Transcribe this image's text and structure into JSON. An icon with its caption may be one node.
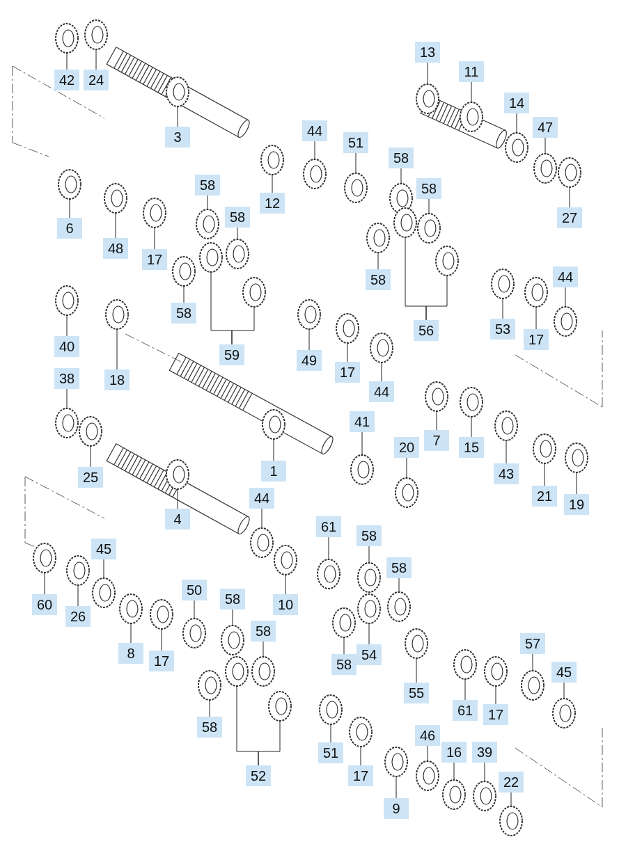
{
  "diagram": {
    "nodes": [
      {
        "text": [
          "42"
        ]
      },
      {
        "text": [
          "24"
        ]
      },
      {
        "text": [
          "3"
        ]
      },
      {
        "text": [
          "13"
        ]
      },
      {
        "text": [
          "11"
        ]
      },
      {
        "text": [
          "14"
        ]
      },
      {
        "text": [
          "47"
        ]
      },
      {
        "text": [
          "27"
        ]
      },
      {
        "text": [
          "44"
        ]
      },
      {
        "text": [
          "51"
        ]
      },
      {
        "text": [
          "12"
        ]
      },
      {
        "text": [
          "58"
        ]
      },
      {
        "text": [
          "58"
        ]
      },
      {
        "text": [
          "58"
        ]
      },
      {
        "text": [
          "58"
        ]
      },
      {
        "text": [
          "58"
        ]
      },
      {
        "text": [
          "6"
        ]
      },
      {
        "text": [
          "48"
        ]
      },
      {
        "text": [
          "17"
        ]
      },
      {
        "text": [
          "58"
        ]
      },
      {
        "text": [
          "59"
        ]
      },
      {
        "text": [
          "40"
        ]
      },
      {
        "text": [
          "18"
        ]
      },
      {
        "text": [
          "49"
        ]
      },
      {
        "text": [
          "17"
        ]
      },
      {
        "text": [
          "44"
        ]
      },
      {
        "text": [
          "56"
        ]
      },
      {
        "text": [
          "53"
        ]
      },
      {
        "text": [
          "17"
        ]
      },
      {
        "text": [
          "44"
        ]
      },
      {
        "text": [
          "38"
        ]
      },
      {
        "text": [
          "25"
        ]
      },
      {
        "text": [
          "1"
        ]
      },
      {
        "text": [
          "41"
        ]
      },
      {
        "text": [
          "20"
        ]
      },
      {
        "text": [
          "7"
        ]
      },
      {
        "text": [
          "15"
        ]
      },
      {
        "text": [
          "43"
        ]
      },
      {
        "text": [
          "21"
        ]
      },
      {
        "text": [
          "19"
        ]
      },
      {
        "text": [
          "4"
        ]
      },
      {
        "text": [
          "44"
        ]
      },
      {
        "text": [
          "10"
        ]
      },
      {
        "text": [
          "61"
        ]
      },
      {
        "text": [
          "58"
        ]
      },
      {
        "text": [
          "58"
        ]
      },
      {
        "text": [
          "54"
        ]
      },
      {
        "text": [
          "58"
        ]
      },
      {
        "text": [
          "45"
        ]
      },
      {
        "text": [
          "60"
        ]
      },
      {
        "text": [
          "26"
        ]
      },
      {
        "text": [
          "8"
        ]
      },
      {
        "text": [
          "17"
        ]
      },
      {
        "text": [
          "50"
        ]
      },
      {
        "text": [
          "58"
        ]
      },
      {
        "text": [
          "58"
        ]
      },
      {
        "text": [
          "55"
        ]
      },
      {
        "text": [
          "61"
        ]
      },
      {
        "text": [
          "17"
        ]
      },
      {
        "text": [
          "57"
        ]
      },
      {
        "text": [
          "45"
        ]
      },
      {
        "text": [
          "58"
        ]
      },
      {
        "text": [
          "52"
        ]
      },
      {
        "text": [
          "51"
        ]
      },
      {
        "text": [
          "17"
        ]
      },
      {
        "text": [
          "9"
        ]
      },
      {
        "text": [
          "46"
        ]
      },
      {
        "text": [
          "16"
        ]
      },
      {
        "text": [
          "39"
        ]
      },
      {
        "text": [
          "22"
        ]
      }
    ],
    "edges": [
      {
        "from": 0,
        "to": null,
        "arrow": "none"
      },
      {
        "from": 1,
        "to": null,
        "arrow": "none"
      },
      {
        "from": 2,
        "to": null,
        "arrow": "none"
      },
      {
        "from": 3,
        "to": null,
        "arrow": "none"
      },
      {
        "from": 4,
        "to": null,
        "arrow": "none"
      },
      {
        "from": 5,
        "to": null,
        "arrow": "none"
      },
      {
        "from": 6,
        "to": null,
        "arrow": "none"
      },
      {
        "from": 7,
        "to": null,
        "arrow": "none"
      },
      {
        "from": 8,
        "to": null,
        "arrow": "none"
      },
      {
        "from": 9,
        "to": null,
        "arrow": "none"
      },
      {
        "from": 10,
        "to": null,
        "arrow": "none"
      },
      {
        "from": 11,
        "to": null,
        "arrow": "none"
      },
      {
        "from": 12,
        "to": null,
        "arrow": "none"
      },
      {
        "from": 13,
        "to": null,
        "arrow": "none"
      },
      {
        "from": 14,
        "to": null,
        "arrow": "none"
      },
      {
        "from": 15,
        "to": null,
        "arrow": "none"
      },
      {
        "from": 16,
        "to": null,
        "arrow": "none"
      },
      {
        "from": 17,
        "to": null,
        "arrow": "none"
      },
      {
        "from": 18,
        "to": null,
        "arrow": "none"
      },
      {
        "from": 19,
        "to": null,
        "arrow": "none"
      },
      {
        "from": 20,
        "to": null,
        "arrow": "none"
      },
      {
        "from": 20,
        "to": null,
        "arrow": "none"
      },
      {
        "from": 21,
        "to": null,
        "arrow": "none"
      },
      {
        "from": 22,
        "to": null,
        "arrow": "none"
      },
      {
        "from": 23,
        "to": null,
        "arrow": "none"
      },
      {
        "from": 24,
        "to": null,
        "arrow": "none"
      },
      {
        "from": 25,
        "to": null,
        "arrow": "none"
      },
      {
        "from": 26,
        "to": null,
        "arrow": "none"
      },
      {
        "from": 26,
        "to": null,
        "arrow": "none"
      },
      {
        "from": 27,
        "to": null,
        "arrow": "none"
      },
      {
        "from": 28,
        "to": null,
        "arrow": "none"
      },
      {
        "from": 29,
        "to": null,
        "arrow": "none"
      },
      {
        "from": 30,
        "to": null,
        "arrow": "none"
      },
      {
        "from": 31,
        "to": null,
        "arrow": "none"
      },
      {
        "from": 32,
        "to": null,
        "arrow": "none"
      },
      {
        "from": 33,
        "to": null,
        "arrow": "none"
      },
      {
        "from": 34,
        "to": null,
        "arrow": "none"
      },
      {
        "from": 35,
        "to": null,
        "arrow": "none"
      },
      {
        "from": 36,
        "to": null,
        "arrow": "none"
      },
      {
        "from": 37,
        "to": null,
        "arrow": "none"
      },
      {
        "from": 38,
        "to": null,
        "arrow": "none"
      },
      {
        "from": 39,
        "to": null,
        "arrow": "none"
      },
      {
        "from": 40,
        "to": null,
        "arrow": "none"
      },
      {
        "from": 41,
        "to": null,
        "arrow": "none"
      },
      {
        "from": 42,
        "to": null,
        "arrow": "none"
      },
      {
        "from": 43,
        "to": null,
        "arrow": "none"
      },
      {
        "from": 44,
        "to": null,
        "arrow": "none"
      },
      {
        "from": 45,
        "to": null,
        "arrow": "none"
      },
      {
        "from": 46,
        "to": null,
        "arrow": "none"
      },
      {
        "from": 47,
        "to": null,
        "arrow": "none"
      },
      {
        "from": 48,
        "to": null,
        "arrow": "none"
      },
      {
        "from": 49,
        "to": null,
        "arrow": "none"
      },
      {
        "from": 50,
        "to": null,
        "arrow": "none"
      },
      {
        "from": 51,
        "to": null,
        "arrow": "none"
      },
      {
        "from": 52,
        "to": null,
        "arrow": "none"
      },
      {
        "from": 53,
        "to": null,
        "arrow": "none"
      },
      {
        "from": 54,
        "to": null,
        "arrow": "none"
      },
      {
        "from": 55,
        "to": null,
        "arrow": "none"
      },
      {
        "from": 56,
        "to": null,
        "arrow": "none"
      },
      {
        "from": 57,
        "to": null,
        "arrow": "none"
      },
      {
        "from": 58,
        "to": null,
        "arrow": "none"
      },
      {
        "from": 59,
        "to": null,
        "arrow": "none"
      },
      {
        "from": 60,
        "to": null,
        "arrow": "none"
      },
      {
        "from": 61,
        "to": null,
        "arrow": "none"
      },
      {
        "from": 62,
        "to": null,
        "arrow": "none"
      },
      {
        "from": 62,
        "to": null,
        "arrow": "none"
      },
      {
        "from": 63,
        "to": null,
        "arrow": "none"
      },
      {
        "from": 64,
        "to": null,
        "arrow": "none"
      },
      {
        "from": 65,
        "to": null,
        "arrow": "none"
      },
      {
        "from": 66,
        "to": null,
        "arrow": "none"
      },
      {
        "from": 67,
        "to": null,
        "arrow": "none"
      },
      {
        "from": 68,
        "to": null,
        "arrow": "none"
      },
      {
        "from": 69,
        "to": null,
        "arrow": "none"
      }
    ]
  }
}
